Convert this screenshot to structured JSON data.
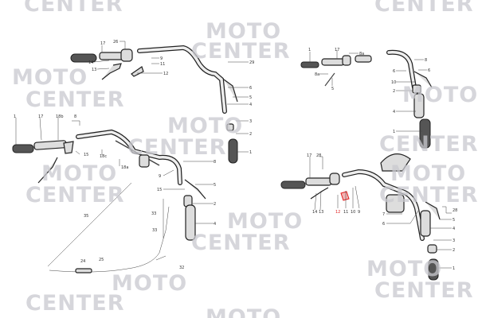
{
  "watermark": {
    "line1": "MOTO",
    "line2": "CENTER"
  },
  "highlight_color": "#e02020",
  "assembly_top_left": {
    "labels": [
      "17",
      "26",
      "14",
      "13",
      "9",
      "11",
      "12",
      "29",
      "6",
      "5",
      "4"
    ]
  },
  "assembly_left": {
    "labels": [
      "1",
      "17",
      "18b",
      "8",
      "15",
      "18c",
      "18a",
      "3",
      "2",
      "1",
      "8",
      "9",
      "5",
      "15",
      "2",
      "4",
      "35",
      "33",
      "33",
      "32",
      "24",
      "25"
    ]
  },
  "assembly_top_right": {
    "labels": [
      "1",
      "17",
      "8a",
      "8a",
      "5",
      "8",
      "6",
      "6",
      "10",
      "2",
      "4",
      "1"
    ]
  },
  "assembly_bottom_right": {
    "labels": [
      "17",
      "28",
      "14",
      "13",
      "12",
      "11",
      "10",
      "9",
      "7",
      "6",
      "28",
      "5",
      "4",
      "3",
      "2",
      "1"
    ]
  }
}
